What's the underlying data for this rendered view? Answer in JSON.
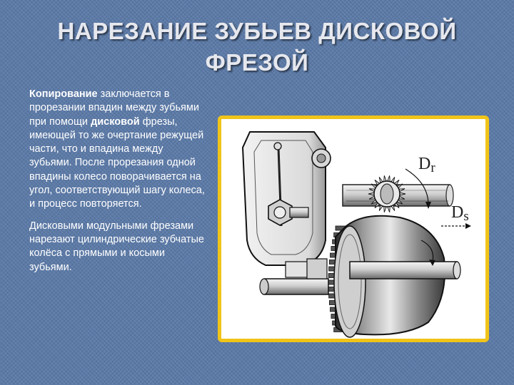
{
  "title": {
    "line1": "НАРЕЗАНИЕ ЗУБЬЕВ ДИСКОВОЙ",
    "line2": "ФРЕЗОЙ"
  },
  "paragraph1": {
    "term1": "Копирование",
    "part1": " заключается в прорезании впадин между зубьями при помощи ",
    "term2": "дисковой",
    "part2": " фрезы, имеющей то же очертание режущей части, что и впадина между зубьями. После прорезания одной впадины колесо поворачивается на угол, соответствующий шагу колеса, и процесс повторяется."
  },
  "paragraph2": "Дисковыми модульными фрезами нарезают цилиндрические зубчатые колёса с прямыми и косыми зубьями.",
  "figure": {
    "label_dr_main": "D",
    "label_dr_sub": "r",
    "label_ds_main": "D",
    "label_ds_sub": "s"
  },
  "colors": {
    "background": "#5b7aa8",
    "frame_border": "#f0c419",
    "title": "#e6e8ee",
    "text": "#ffffff"
  }
}
